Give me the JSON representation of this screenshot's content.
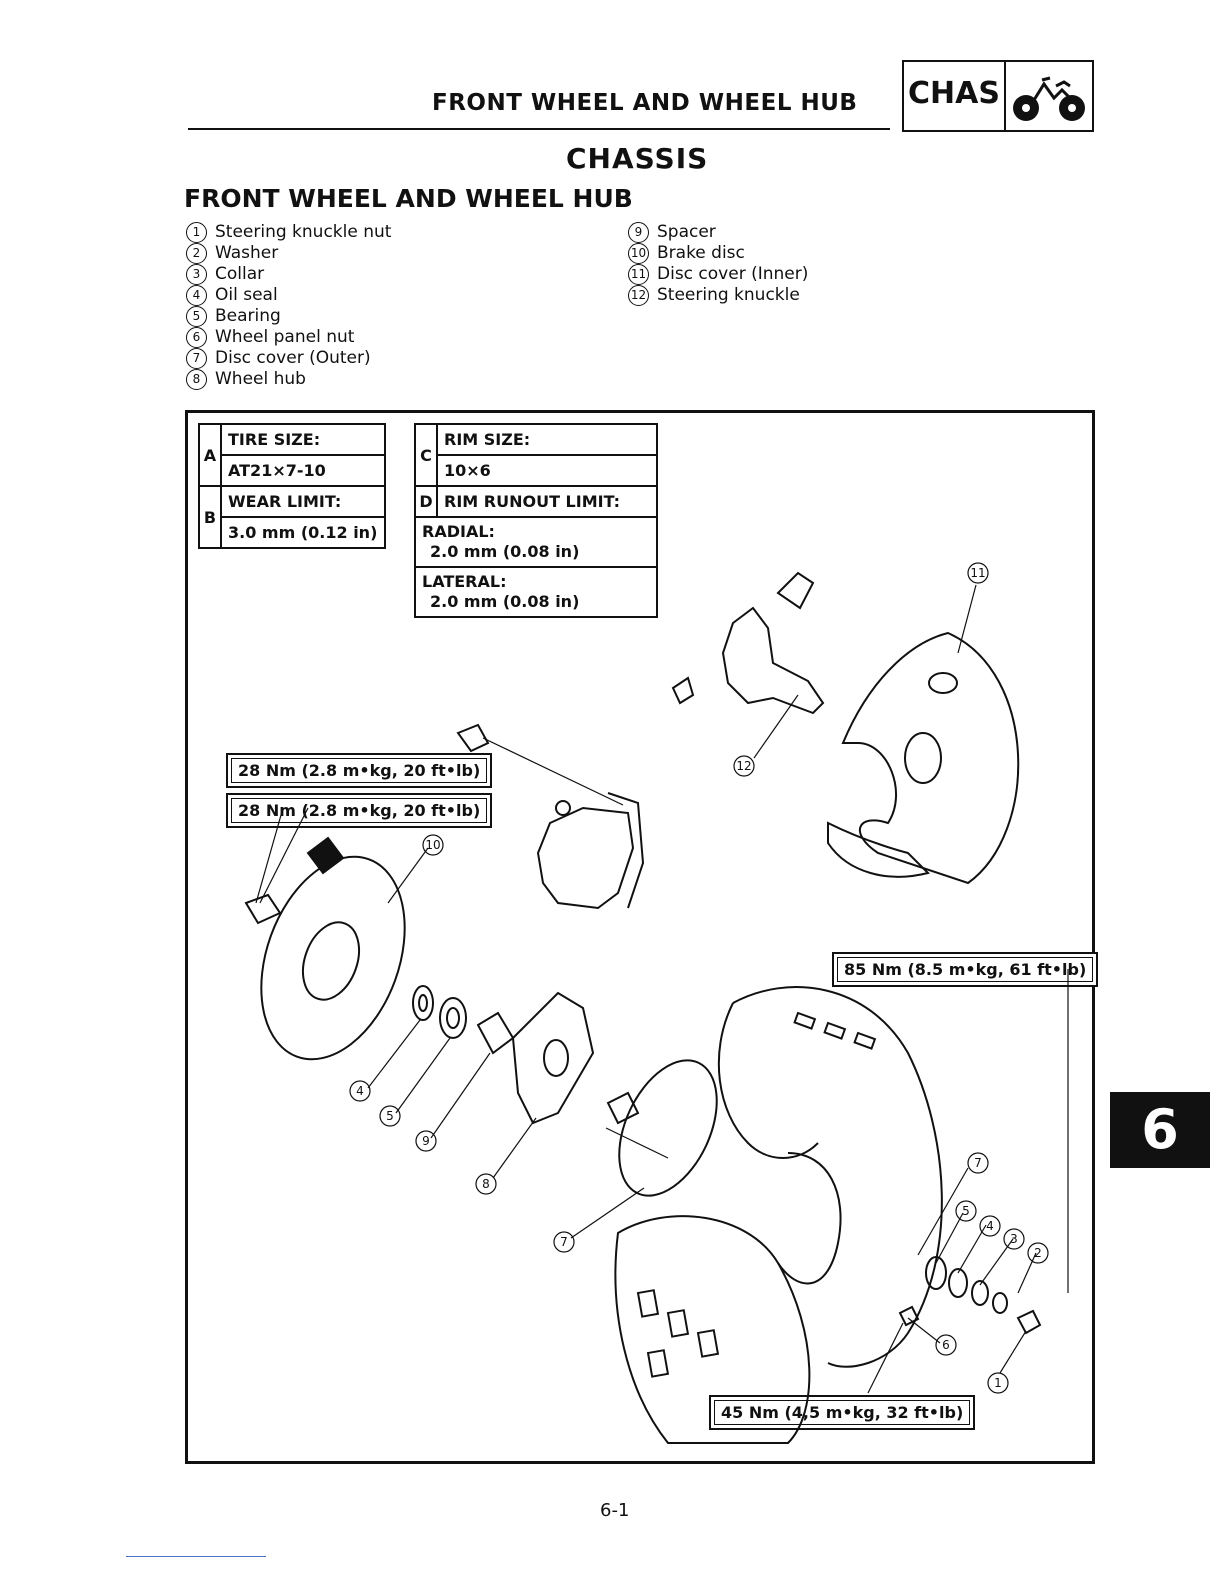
{
  "header": {
    "title": "FRONT WHEEL AND WHEEL HUB",
    "badge": "CHAS",
    "badge_icon": "atv-icon"
  },
  "chapter": "CHASSIS",
  "section_title": "FRONT WHEEL AND WHEEL HUB",
  "legend_left": [
    {
      "num": "1",
      "label": "Steering knuckle nut"
    },
    {
      "num": "2",
      "label": "Washer"
    },
    {
      "num": "3",
      "label": "Collar"
    },
    {
      "num": "4",
      "label": "Oil seal"
    },
    {
      "num": "5",
      "label": "Bearing"
    },
    {
      "num": "6",
      "label": "Wheel panel nut"
    },
    {
      "num": "7",
      "label": "Disc cover (Outer)"
    },
    {
      "num": "8",
      "label": "Wheel hub"
    }
  ],
  "legend_right": [
    {
      "num": "9",
      "label": "Spacer"
    },
    {
      "num": "10",
      "label": "Brake disc"
    },
    {
      "num": "11",
      "label": "Disc cover (Inner)"
    },
    {
      "num": "12",
      "label": "Steering knuckle"
    }
  ],
  "spec_left": {
    "a_key": "A",
    "a_label": "TIRE SIZE:",
    "a_value": "AT21×7-10",
    "b_key": "B",
    "b_label": "WEAR LIMIT:",
    "b_value": "3.0 mm (0.12 in)"
  },
  "spec_right": {
    "c_key": "C",
    "c_label": "RIM SIZE:",
    "c_value": "10×6",
    "d_key": "D",
    "d_label": "RIM RUNOUT LIMIT:",
    "radial_label": "RADIAL:",
    "radial_value": "2.0 mm (0.08 in)",
    "lateral_label": "LATERAL:",
    "lateral_value": "2.0 mm (0.08 in)"
  },
  "torques": {
    "caliper_1": "28 Nm (2.8 m•kg, 20 ft•lb)",
    "caliper_2": "28 Nm (2.8 m•kg, 20 ft•lb)",
    "knuckle_nut": "85 Nm (8.5 m•kg, 61 ft•lb)",
    "wheel_nut": "45 Nm (4,5 m•kg, 32 ft•lb)"
  },
  "callouts": [
    "1",
    "2",
    "3",
    "4",
    "5",
    "6",
    "7",
    "8",
    "9",
    "10",
    "11",
    "12"
  ],
  "chapter_tab": "6",
  "page_number": "6-1"
}
